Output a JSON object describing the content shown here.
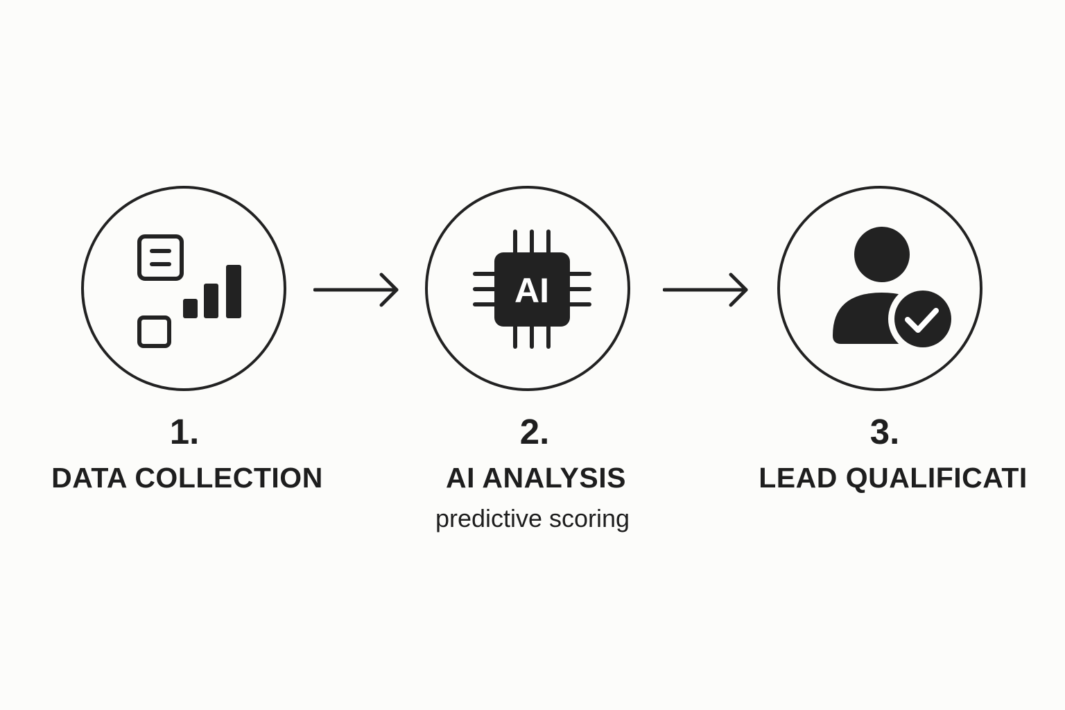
{
  "steps": [
    {
      "number": "1.",
      "title": "DATA COLLECTION",
      "subtitle": "",
      "icon": "data-collection-icon"
    },
    {
      "number": "2.",
      "title": "AI ANALYSIS",
      "subtitle": "predictive scoring",
      "icon": "ai-chip-icon",
      "icon_text": "AI"
    },
    {
      "number": "3.",
      "title": "LEAD QUALIFICATI",
      "subtitle": "",
      "icon": "user-check-icon"
    }
  ],
  "connectors": [
    "arrow-right-icon",
    "arrow-right-icon"
  ],
  "colors": {
    "background": "#fcfcfa",
    "ink": "#222222"
  }
}
